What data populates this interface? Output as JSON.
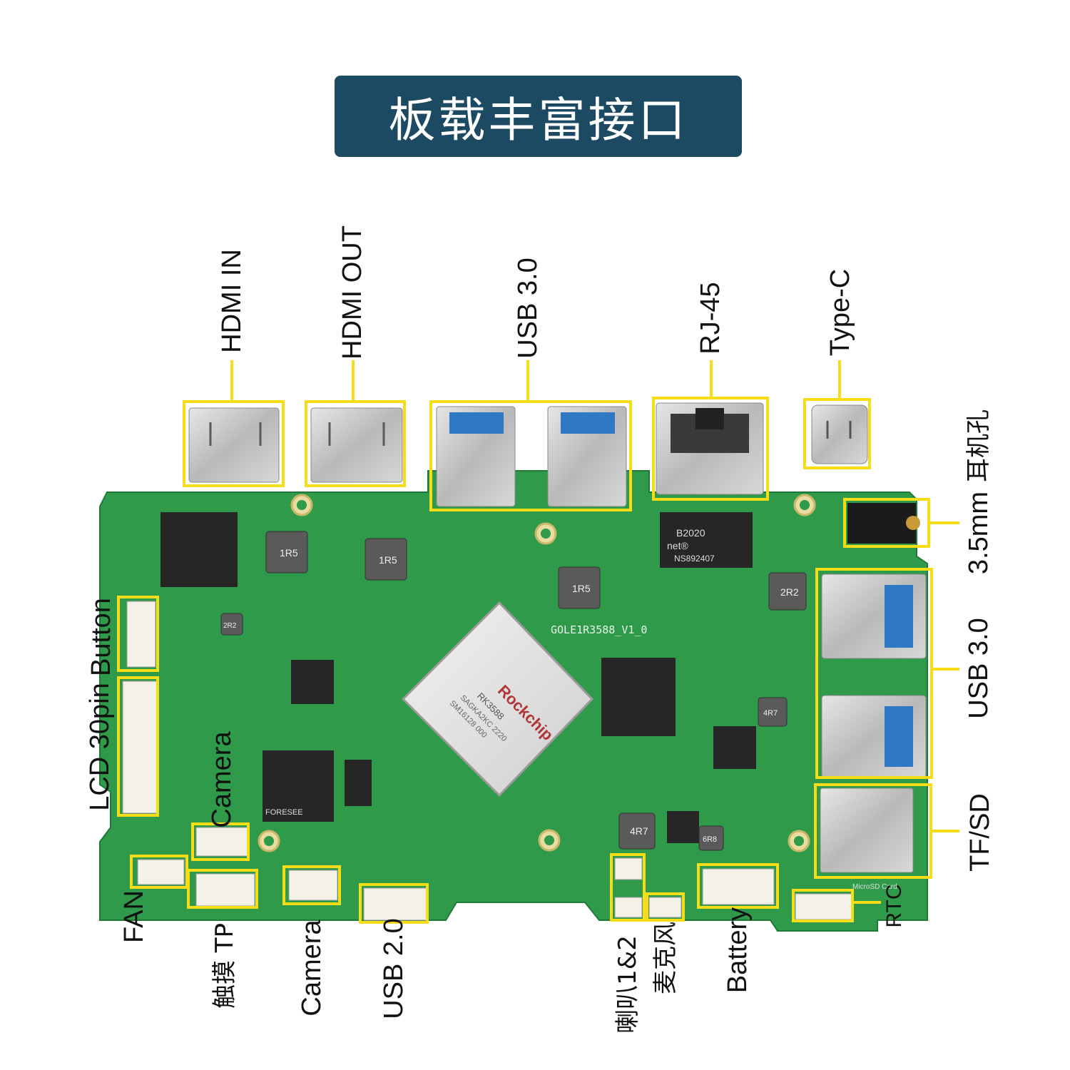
{
  "title": "板载丰富接口",
  "colors": {
    "banner": "#1c4a63",
    "board": "#2e9a4a",
    "highlight": "#f7dd17"
  },
  "board_silkscreen": {
    "model": "GOLE1R3588_V1_0",
    "soc_brand": "Rockchip",
    "soc_model": "RK3588",
    "soc_code": "SAGKA2KC 2220",
    "soc_lot": "SM16128 000",
    "inductor_1": "1R5",
    "inductor_2": "1R5",
    "inductor_3": "1R5",
    "inductor_4": "2R2",
    "inductor_5": "4R7",
    "inductor_6": "4R7",
    "inductor_7": "6R8",
    "inductor_8": "2R2",
    "transformer_line1": "B2020",
    "transformer_line2": "net®",
    "transformer_line3": "NS892407",
    "emmc_brand": "FORESEE",
    "sd_label": "MicroSD Card"
  },
  "labels": {
    "hdmi_in": "HDMI IN",
    "hdmi_out": "HDMI OUT",
    "usb30_top": "USB 3.0",
    "rj45": "RJ-45",
    "typec": "Type-C",
    "earphone": "耳机孔",
    "audio_35": "3.5mm",
    "usb30_right": "USB 3.0",
    "tfsd": "TF/SD",
    "rtc": "RTC",
    "battery": "Battery",
    "mic": "麦克风",
    "speaker": "喇叭1&2",
    "usb20": "USB 2.0",
    "camera_bottom": "Camera",
    "touch_tp": "触摸 TP",
    "fan": "FAN",
    "camera_left": "Camera",
    "lcd": "LCD 30pin",
    "button": "Button"
  }
}
